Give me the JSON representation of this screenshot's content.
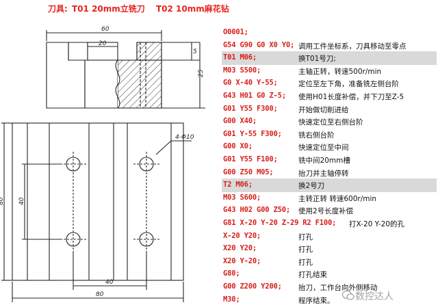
{
  "header": {
    "label": "刀具:",
    "tool1": "T01 20mm立铣刀",
    "tool2": "T02 10mm麻花钻"
  },
  "drawing": {
    "dims": {
      "top_width": "60",
      "slot_width": "20",
      "step": "5",
      "height": "25",
      "hole_note": "4-Φ10",
      "overall_height": "80",
      "hole_spacing_y": "40",
      "hole_spacing_x": "40",
      "overall_width": "80"
    }
  },
  "program": [
    {
      "code": "O0001;",
      "comment": "",
      "hl": false
    },
    {
      "code": "G54 G90 G0 X0 Y0;",
      "comment": "调用工件坐标系，刀具移动至零点",
      "hl": false
    },
    {
      "code": "T01 M06;",
      "comment": "换T01号刀;",
      "hl": true
    },
    {
      "code": "M03 S500;",
      "comment": "主轴正转，转速500r/min",
      "hl": false
    },
    {
      "code": "G0 X-40 Y-55;",
      "comment": "定位至左下角，准备铣左侧台阶",
      "hl": false
    },
    {
      "code": "G43 H01 G0 Z-5;",
      "comment": "使用H01长度补偿，并下刀至Z-5",
      "hl": false
    },
    {
      "code": "G01 Y55 F300;",
      "comment": "开始做切削进给",
      "hl": false
    },
    {
      "code": "G00 X40;",
      "comment": "快速定位至右侧台阶",
      "hl": false
    },
    {
      "code": "G01 Y-55 F300;",
      "comment": "铣右侧台阶",
      "hl": false
    },
    {
      "code": "G00 X0;",
      "comment": "快速定位至中间",
      "hl": false
    },
    {
      "code": "G01 Y55 F100;",
      "comment": "铣中间20mm槽",
      "hl": false
    },
    {
      "code": "G00 Z50 M05;",
      "comment": "抬刀并主轴停转",
      "hl": false
    },
    {
      "code": "T2 M06;",
      "comment": "换2号刀",
      "hl": true
    },
    {
      "code": "M03 S600;",
      "comment": "主转正转 转速600r/min",
      "hl": false
    },
    {
      "code": "G43 H02 G00 Z50;",
      "comment": "使用2号长度补偿",
      "hl": false
    },
    {
      "code": "G81 X-20 Y-20 Z-29 R2 F100;",
      "comment": "打X-20 Y-20的孔",
      "hl": false
    },
    {
      "code": "X-20 Y20;",
      "comment": "打孔",
      "hl": false
    },
    {
      "code": "X20 Y20;",
      "comment": "打孔",
      "hl": false
    },
    {
      "code": "X20 Y-20;",
      "comment": "打孔",
      "hl": false
    },
    {
      "code": "G80;",
      "comment": "打孔结束",
      "hl": false
    },
    {
      "code": "G00 Z200 Y200;",
      "comment": "抬刀，工作台向外侧移动",
      "hl": false
    },
    {
      "code": "M30;",
      "comment": "程序结束。",
      "hl": false
    }
  ],
  "watermark": "数控达人"
}
